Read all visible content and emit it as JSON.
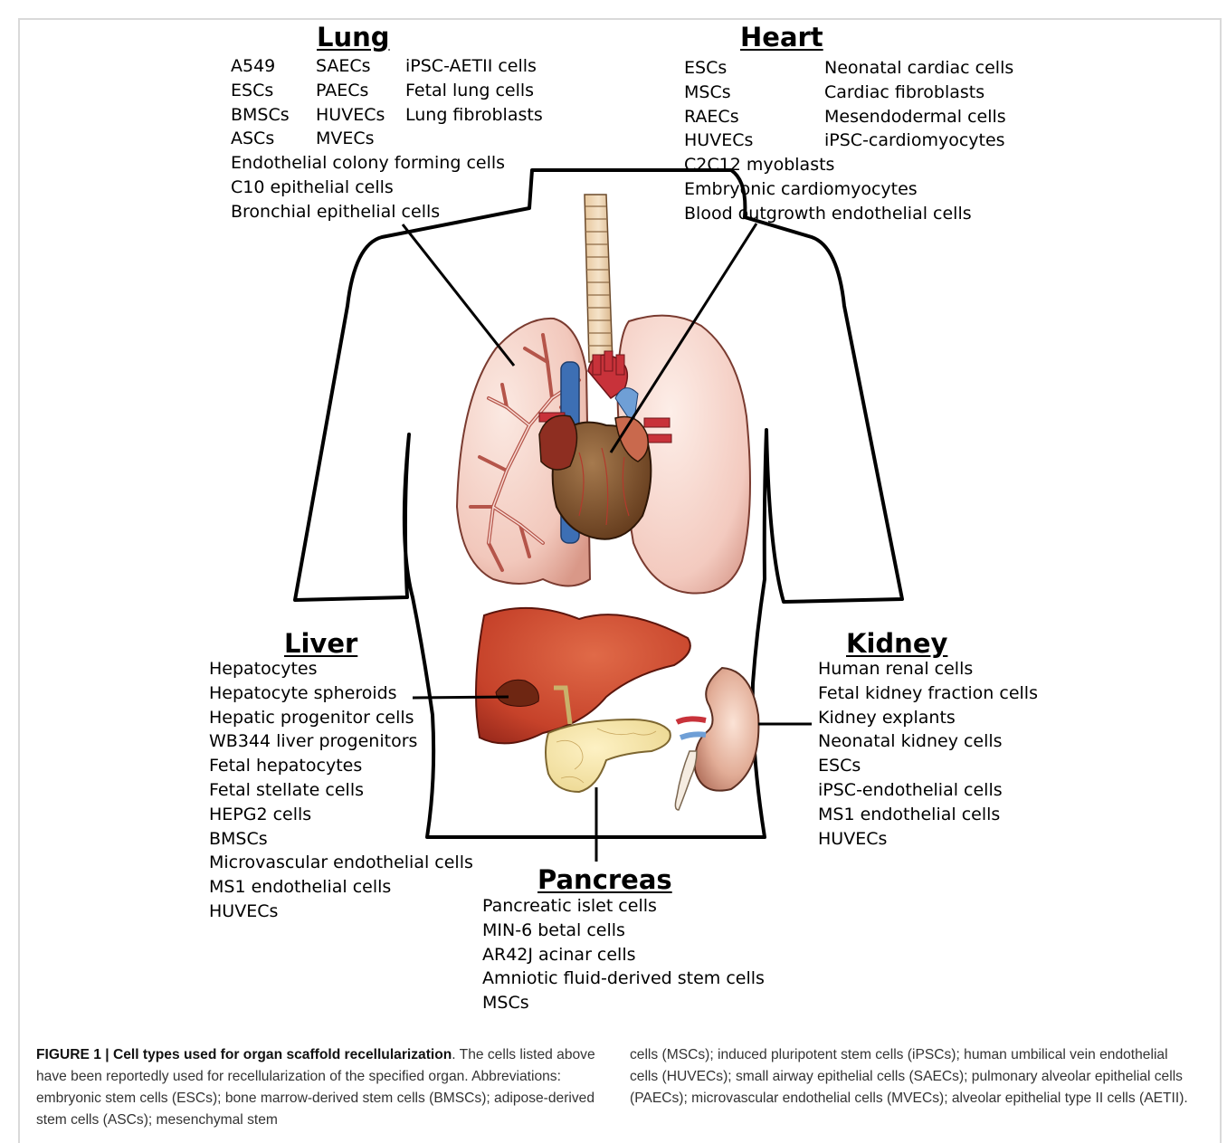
{
  "lung": {
    "title": "Lung",
    "col1": [
      "A549",
      "ESCs",
      "BMSCs",
      "ASCs"
    ],
    "col2": [
      "SAECs",
      "PAECs",
      "HUVECs",
      "MVECs"
    ],
    "col3": [
      "iPSC-AETII cells",
      "Fetal lung cells",
      "Lung fibroblasts"
    ],
    "wide": [
      "Endothelial colony forming cells",
      "C10 epithelial cells",
      "Bronchial epithelial cells"
    ]
  },
  "heart": {
    "title": "Heart",
    "col1": [
      "ESCs",
      "MSCs",
      "RAECs",
      "HUVECs"
    ],
    "col2": [
      "Neonatal cardiac cells",
      "Cardiac fibroblasts",
      "Mesendodermal cells",
      "iPSC-cardiomyocytes"
    ],
    "wide": [
      "C2C12 myoblasts",
      "Embryonic cardiomyocytes",
      "Blood outgrowth endothelial cells"
    ]
  },
  "liver": {
    "title": "Liver",
    "items": [
      "Hepatocytes",
      "Hepatocyte spheroids",
      "Hepatic progenitor cells",
      "WB344 liver progenitors",
      "Fetal hepatocytes",
      "Fetal stellate cells",
      "HEPG2 cells",
      "BMSCs",
      "Microvascular endothelial cells",
      "MS1 endothelial cells",
      "HUVECs"
    ]
  },
  "kidney": {
    "title": "Kidney",
    "items": [
      "Human renal cells",
      "Fetal kidney fraction cells",
      "Kidney explants",
      "Neonatal kidney cells",
      "ESCs",
      "iPSC-endothelial cells",
      "MS1 endothelial cells",
      "HUVECs"
    ]
  },
  "pancreas": {
    "title": "Pancreas",
    "items": [
      "Pancreatic islet cells",
      "MIN-6 betal cells",
      "AR42J acinar cells",
      "Amniotic fluid-derived stem cells",
      "MSCs"
    ]
  },
  "caption": {
    "label": "FIGURE 1 | Cell types used for organ scaffold recellularization",
    "left_text": ". The cells listed above have been reportedly used for recellularization of the specified organ. Abbreviations: embryonic stem cells (ESCs); bone marrow-derived stem cells (BMSCs); adipose-derived stem cells (ASCs); mesenchymal stem",
    "right_text": "cells (MSCs); induced pluripotent stem cells (iPSCs); human umbilical vein endothelial cells (HUVECs); small airway epithelial cells (SAECs); pulmonary alveolar epithelial cells (PAECs); microvascular endothelial cells (MVECs); alveolar epithelial type II cells (AETII)."
  }
}
